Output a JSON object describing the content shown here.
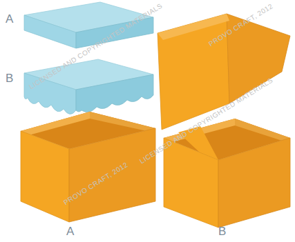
{
  "diagram": {
    "labels": [
      "A",
      "B",
      "A",
      "B",
      "LICENSED AND COPYRIGHTED MATERIALS",
      "PROVO CRAFT, 2012",
      "LICENSED AND COPYRIGHTED MATERIALS",
      "PROVO CRAFT, 2012"
    ]
  }
}
